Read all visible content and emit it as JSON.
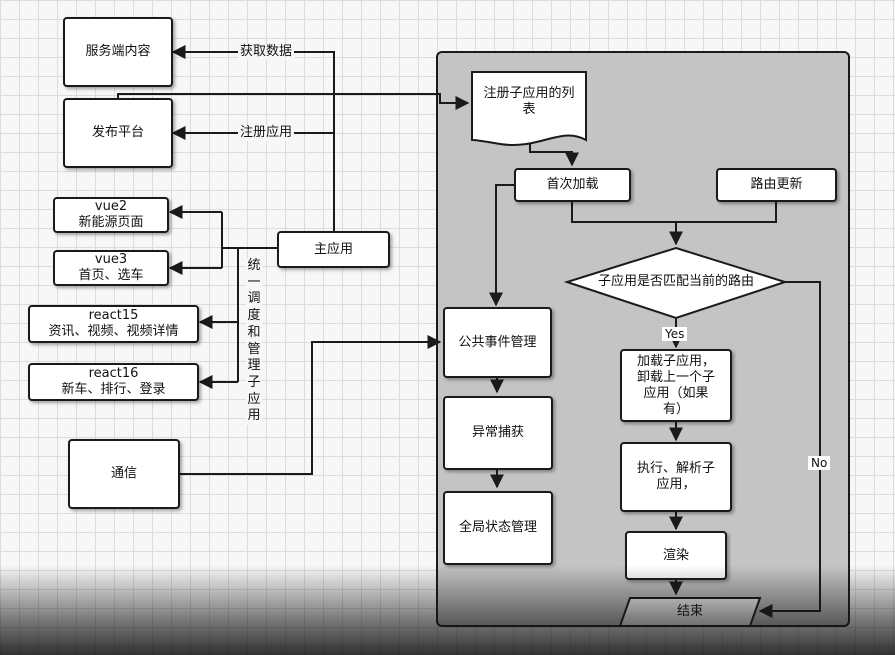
{
  "nodes": {
    "server_content": "服务端内容",
    "publish_platform": "发布平台",
    "main_app": "主应用",
    "vue2": "vue2\n新能源页面",
    "vue3": "vue3\n首页、选车",
    "react15": "react15\n资讯、视频、视频详情",
    "react16": "react16\n新车、排行、登录",
    "communication": "通信",
    "subapp_list": "注册子应用的列\n表",
    "first_load": "首次加载",
    "route_update": "路由更新",
    "match_route": "子应用是否匹配当前的路由",
    "public_event": "公共事件管理",
    "exception_capture": "异常捕获",
    "global_state": "全局状态管理",
    "load_subapp": "加载子应用，\n卸载上一个子\n应用（如果\n有）",
    "execute_parse": "执行、解析子\n应用，",
    "render": "渲染",
    "end": "结束"
  },
  "edge_labels": {
    "fetch_data": "获取数据",
    "register_app": "注册应用",
    "unified_management": "统一调度和管理子应用",
    "yes": "Yes",
    "no": "No"
  },
  "colors": {
    "container_fill": "#c4c4c4",
    "node_fill": "#ffffff",
    "stroke": "#1a1a1a",
    "grid": "#dcdcdc"
  }
}
